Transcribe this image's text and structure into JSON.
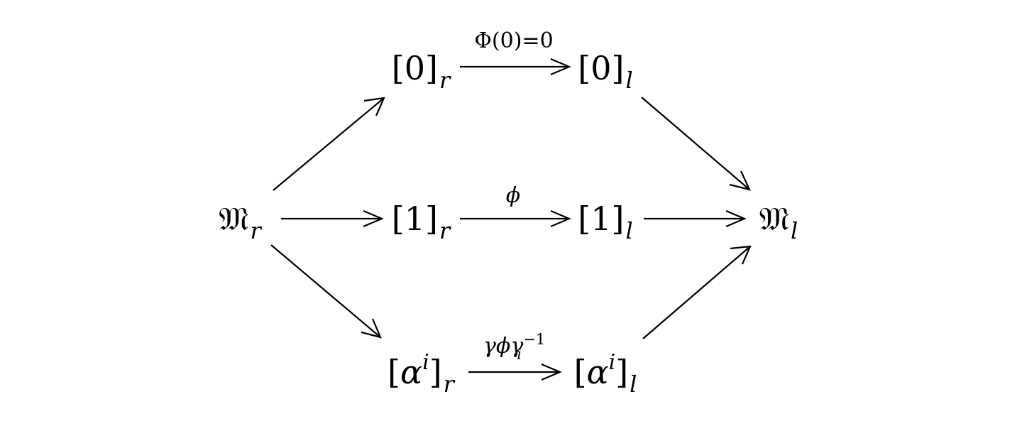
{
  "nodes": {
    "m_r": {
      "base": "𝔐",
      "sub": "r"
    },
    "zero_r": {
      "base": "[0]",
      "sub": "r"
    },
    "one_r": {
      "base": "[1]",
      "sub": "r"
    },
    "alpha_r": {
      "open": "[",
      "greek": "α",
      "sup": "i",
      "close": "]",
      "sub": "r"
    },
    "zero_l": {
      "base": "[0]",
      "sub": "l"
    },
    "one_l": {
      "base": "[1]",
      "sub": "l"
    },
    "alpha_l": {
      "open": "[",
      "greek": "α",
      "sup": "i",
      "close": "]",
      "sub": "l"
    },
    "m_l": {
      "base": "𝔐",
      "sub": "l"
    }
  },
  "labels": {
    "top": "Φ(0)=0",
    "middle": "ϕ",
    "bottom": {
      "main": "γϕγ",
      "sub": "i",
      "sup": "−1"
    }
  }
}
